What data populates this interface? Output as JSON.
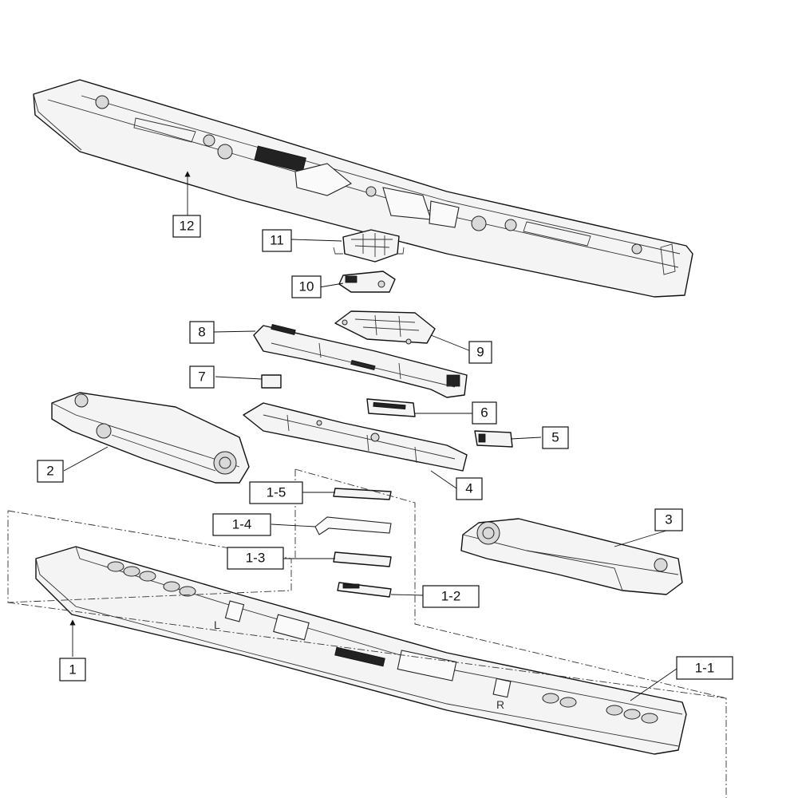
{
  "callouts": {
    "c1": "1",
    "c1_1": "1-1",
    "c1_2": "1-2",
    "c1_3": "1-3",
    "c1_4": "1-4",
    "c1_5": "1-5",
    "c2": "2",
    "c3": "3",
    "c4": "4",
    "c5": "5",
    "c6": "6",
    "c7": "7",
    "c8": "8",
    "c9": "9",
    "c10": "10",
    "c11": "11",
    "c12": "12"
  },
  "markings": {
    "left": "L",
    "right": "R"
  }
}
